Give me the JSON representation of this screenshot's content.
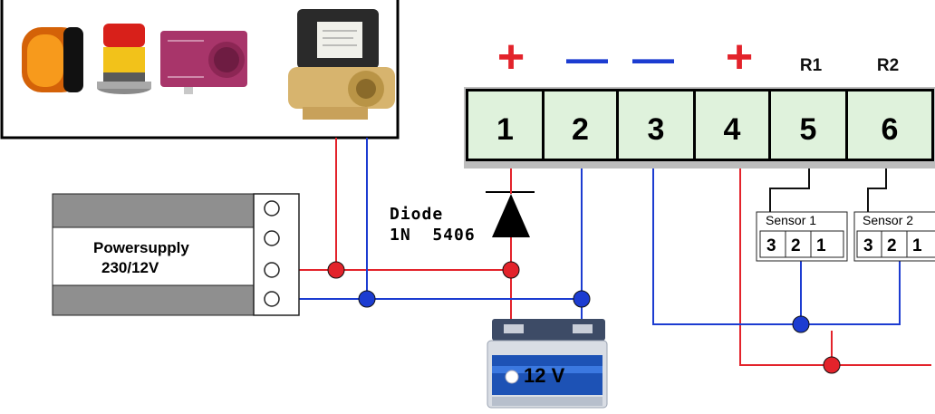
{
  "devices_box": {
    "items": [
      "beacon-icon",
      "signal-tower-icon",
      "siren-icon",
      "solenoid-valve-icon"
    ]
  },
  "terminal_block": {
    "signs": [
      "+",
      "—",
      "—",
      "+",
      "R1",
      "R2"
    ],
    "sign_colors": [
      "#e3232b",
      "#1c3cd1",
      "#1c3cd1",
      "#e3232b",
      "#111111",
      "#111111"
    ],
    "terminals": [
      "1",
      "2",
      "3",
      "4",
      "5",
      "6"
    ],
    "fill": "#dff2dc"
  },
  "power_supply": {
    "line1": "Powersupply",
    "line2": "230/12V"
  },
  "diode": {
    "name": "Diode",
    "part": "1N  5406"
  },
  "battery": {
    "label": "12 V"
  },
  "sensor1": {
    "title": "Sensor 1",
    "pins": [
      "3",
      "2",
      "1"
    ]
  },
  "sensor2": {
    "title": "Sensor 2",
    "pins": [
      "3",
      "2",
      "1"
    ]
  },
  "colors": {
    "positive_wire": "#e3232b",
    "negative_wire": "#1c3cd1",
    "junction_outline": "#111111"
  }
}
